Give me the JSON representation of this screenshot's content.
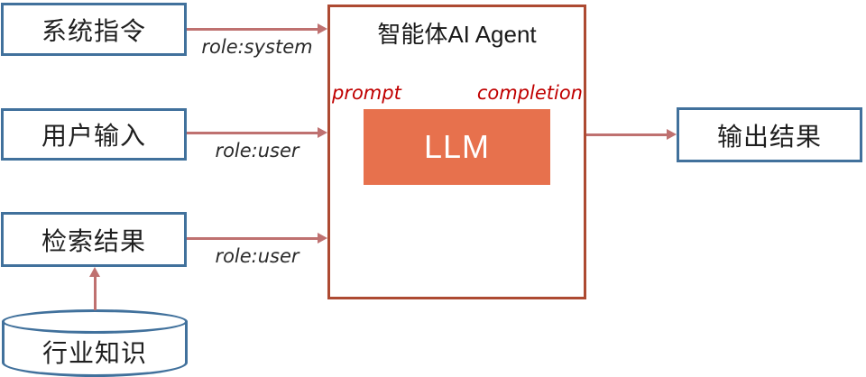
{
  "diagram": {
    "nodes": {
      "system": {
        "label": "系统指令"
      },
      "user": {
        "label": "用户输入"
      },
      "retrieval": {
        "label": "检索结果"
      },
      "knowledge": {
        "label": "行业知识"
      },
      "agent": {
        "title": "智能体AI Agent"
      },
      "llm": {
        "label": "LLM"
      },
      "output": {
        "label": "输出结果"
      }
    },
    "edge_labels": {
      "role_system": "role:system",
      "role_user_input": "role:user",
      "role_user_retrieval": "role:user",
      "prompt": "prompt",
      "completion": "completion"
    },
    "colors": {
      "node_border_blue": "#41719C",
      "agent_border_brick": "#AD4A32",
      "llm_fill_orange": "#E7714D",
      "arrow_rose": "#BF7170",
      "annotation_red": "#C00000"
    }
  }
}
